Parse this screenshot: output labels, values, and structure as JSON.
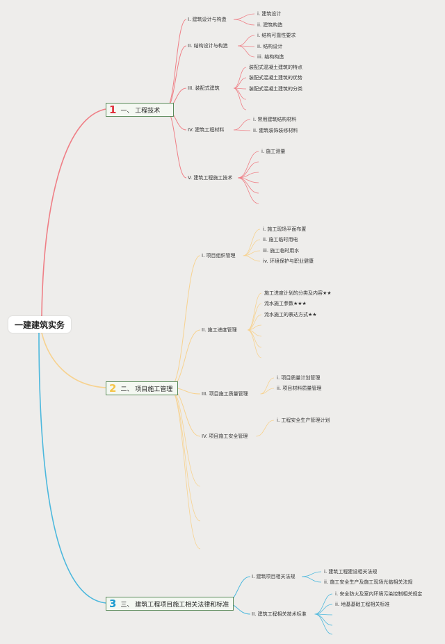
{
  "root": {
    "label": "一建建筑实务"
  },
  "sections": [
    {
      "number": "1",
      "label": "一、 工程技术",
      "color": "#ef7f86",
      "numcolor": "#e0303c",
      "children": [
        {
          "label": "I. 建筑设计与构造",
          "children": [
            "i. 建筑设计",
            "ii. 建筑构造"
          ]
        },
        {
          "label": "II. 结构设计与构造",
          "children": [
            "i. 结构可靠性要求",
            "ii. 结构设计",
            "iii. 结构构造"
          ]
        },
        {
          "label": "III. 装配式建筑",
          "children": [
            "装配式混凝土建筑的特点",
            "装配式混凝土建筑的优势",
            "装配式混凝土建筑的分类"
          ]
        },
        {
          "label": "IV. 建筑工程材料",
          "children": [
            "i. 常用建筑结构材料",
            "ii. 建筑装饰装修材料"
          ]
        },
        {
          "label": "V. 建筑工程施工技术",
          "children": [
            "i. 施工测量"
          ]
        }
      ]
    },
    {
      "number": "2",
      "label": "二、 项目施工管理",
      "color": "#f7d28f",
      "numcolor": "#f5c448",
      "children": [
        {
          "label": "I. 项目组织管理",
          "children": [
            "i. 施工现场平面布置",
            "ii. 施工临时用电",
            "iii. 施工临时用水",
            "iv. 环境保护与职业健康"
          ]
        },
        {
          "label": "II. 施工进度管理",
          "children": [
            "施工进度计划的分类及内容★★",
            "流水施工参数★★★",
            "流水施工的表达方式★★"
          ]
        },
        {
          "label": "III. 项目施工质量管理",
          "children": [
            "i. 项目质量计划管理",
            "ii. 项目材料质量管理"
          ]
        },
        {
          "label": "IV. 项目施工安全管理",
          "children": [
            "i. 工程安全生产管理计划"
          ]
        }
      ]
    },
    {
      "number": "3",
      "label": "三、 建筑工程项目施工相关法律和标准",
      "color": "#4cb8dd",
      "numcolor": "#1a9ad0",
      "children": [
        {
          "label": "I. 建筑项目相关法规",
          "children": [
            "i. 建筑工程建设相关法规",
            "ii. 施工安全生产及施工现场光临相关法规"
          ]
        },
        {
          "label": "II. 建筑工程相关技术标准",
          "children": [
            "i. 安全防火及室内环境污染控制相关规定",
            "ii. 地基基础工程相关标准"
          ]
        }
      ]
    }
  ]
}
